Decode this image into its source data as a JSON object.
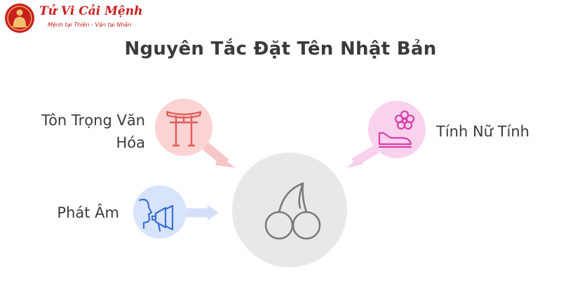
{
  "logo": {
    "title": "Tử Vi Cải Mệnh",
    "subtitle": "Mệnh tại Thiên - Vận tại Nhân",
    "icon": "buddha-icon",
    "brand_color": "#c8201f"
  },
  "diagram": {
    "title": "Nguyên Tắc Đặt Tên Nhật Bản",
    "center": {
      "icon": "cherry-icon",
      "color": "#e6e6e6"
    },
    "factors": [
      {
        "label_lines": [
          "Tôn Trọng Văn",
          "Hóa"
        ],
        "icon": "torii-gate-icon",
        "color": "#fbd4d4"
      },
      {
        "label_lines": [
          "Phát Âm"
        ],
        "icon": "speaking-megaphone-icon",
        "color": "#d7e4fb"
      },
      {
        "label_lines": [
          "Tính Nữ Tính"
        ],
        "icon": "flower-shoe-icon",
        "color": "#f9d3ef"
      }
    ]
  }
}
